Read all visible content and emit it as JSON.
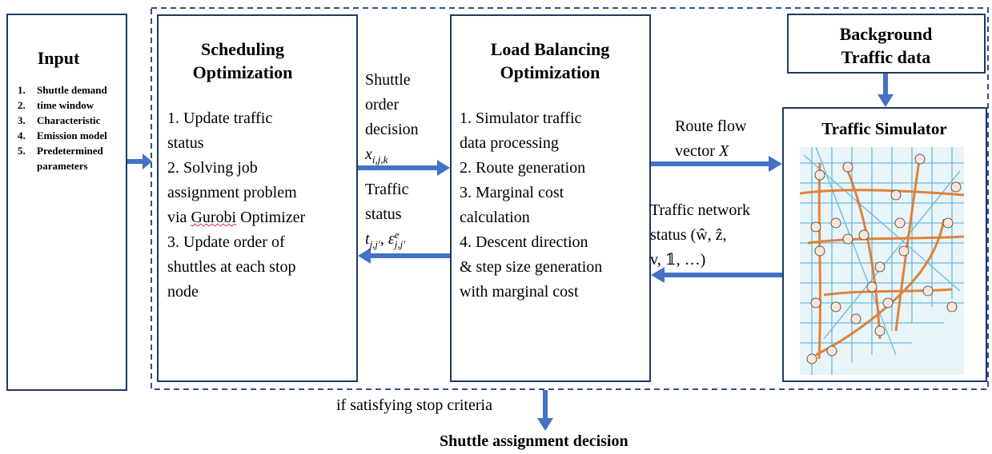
{
  "input": {
    "title": "Input",
    "items": [
      {
        "num": "1.",
        "text": "Shuttle demand"
      },
      {
        "num": "2.",
        "text": "time window"
      },
      {
        "num": "3.",
        "text": "Characteristic"
      },
      {
        "num": "4.",
        "text": "Emission model"
      },
      {
        "num": "5.",
        "text": "Predetermined parameters"
      }
    ]
  },
  "scheduling": {
    "title_line1": "Scheduling",
    "title_line2": "Optimization",
    "body": [
      "1. Update traffic",
      "status",
      "2. Solving job",
      "assignment problem",
      "via ",
      "Gurobi",
      " Optimizer",
      "3. Update order of",
      "shuttles at each stop",
      "node"
    ]
  },
  "load_balancing": {
    "title_line1": "Load Balancing",
    "title_line2": "Optimization",
    "body": [
      "1. Simulator traffic",
      "data processing",
      "2. Route generation",
      "3. Marginal cost",
      "calculation",
      "4. Descent direction",
      "& step size generation",
      "with marginal cost"
    ]
  },
  "background": {
    "line1": "Background",
    "line2": "Traffic data"
  },
  "simulator": {
    "title": "Traffic Simulator",
    "map_icon": "road-network-map-icon"
  },
  "edge_labels": {
    "order_decision": [
      "Shuttle",
      "order",
      "decision"
    ],
    "order_decision_math": "x",
    "order_decision_sub": "i,j,k",
    "traffic_status": [
      "Traffic",
      "status"
    ],
    "traffic_status_math": "t",
    "traffic_status_sub": "j,j′",
    "traffic_status_math2": "ε",
    "traffic_status_sup2": "e",
    "traffic_status_sub2": "j,j′",
    "route_flow": [
      "Route flow",
      "vector "
    ],
    "route_flow_math": "X",
    "network_status": [
      "Traffic network",
      "status (ŵ, ẑ,",
      "v, 𝟙, …)"
    ]
  },
  "stop_criteria": "if satisfying stop criteria",
  "output": "Shuttle assignment decision",
  "colors": {
    "box_border": "#1f3864",
    "arrow": "#4472c4",
    "dashed": "#2f4f8f"
  }
}
